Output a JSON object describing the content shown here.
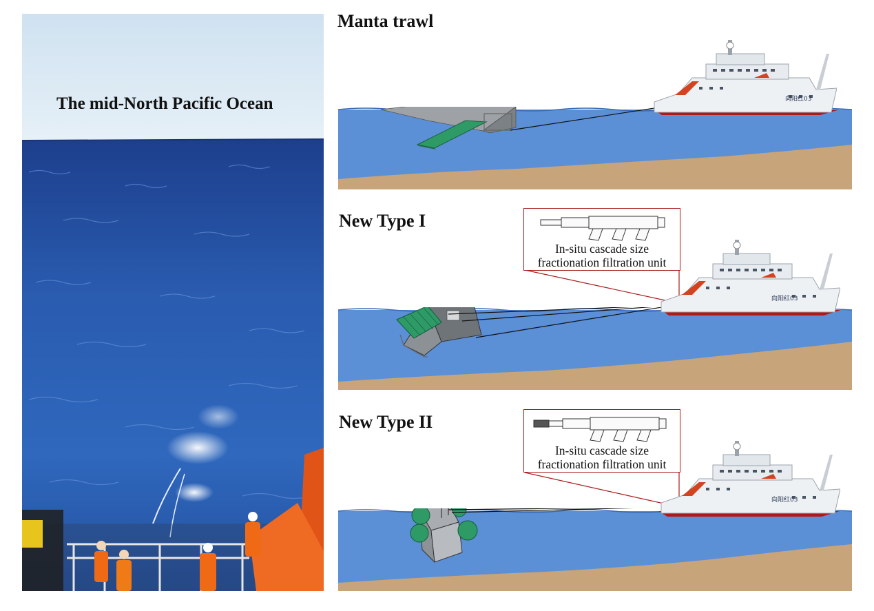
{
  "photo": {
    "location_label": "The mid-North Pacific Ocean"
  },
  "panels": [
    {
      "title": "Manta trawl",
      "device": "manta-trawl"
    },
    {
      "title": "New Type I",
      "device": "new-type-1",
      "callout": {
        "line1": "In-situ cascade size",
        "line2": "fractionation filtration unit"
      }
    },
    {
      "title": "New Type II",
      "device": "new-type-2",
      "callout": {
        "line1": "In-situ cascade size",
        "line2": "fractionation filtration unit"
      }
    }
  ],
  "ship": {
    "hull_marking": "向阳红03"
  },
  "colors": {
    "sky": "#dbe9f4",
    "ocean_surface": "#3f76c8",
    "ocean_deep": "#1a3a86",
    "diagram_water": "#5b8fd6",
    "seabed": "#c7a47a",
    "net_frame_green": "#2e9a66",
    "callout_border": "#a81c1c",
    "crew_orange": "#f06a16"
  }
}
